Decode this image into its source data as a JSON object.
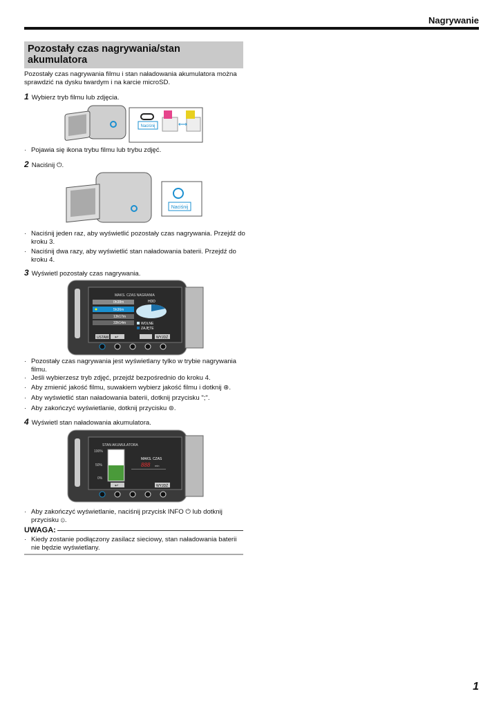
{
  "header": {
    "section": "Nagrywanie"
  },
  "title": "Pozostały czas nagrywania/stan akumulatora",
  "intro": "Pozostały czas nagrywania filmu i stan naładowania akumulatora można sprawdzić na dysku twardym i na karcie microSD.",
  "steps": [
    {
      "num": "1",
      "text": "Wybierz tryb filmu lub zdjęcia.",
      "callout": "Naciśnij",
      "bullets": [
        "Pojawia się ikona trybu filmu lub trybu zdjęć."
      ]
    },
    {
      "num": "2",
      "text": "Naciśnij ⏻.",
      "callout": "Naciśnij",
      "bullets": [
        "Naciśnij jeden raz, aby wyświetlić pozostały czas nagrywania. Przejdź do kroku 3.",
        "Naciśnij dwa razy, aby wyświetlić stan naładowania baterii. Przejdź do kroku 4."
      ]
    },
    {
      "num": "3",
      "text": "Wyświetl pozostały czas nagrywania.",
      "bullets": [
        "Pozostały czas nagrywania jest wyświetlany tylko w trybie nagrywania filmu.",
        "Jeśli wybierzesz tryb zdjęć, przejdź bezpośrednio do kroku 4.",
        "Aby zmienić jakość filmu, suwakiem wybierz jakość filmu i dotknij ⊛.",
        "Aby wyświetlić stan naładowania baterii, dotknij przycisku \";\".",
        "Aby zakończyć wyświetlanie, dotknij przycisku ⊜."
      ]
    },
    {
      "num": "4",
      "text": "Wyświetl stan naładowania akumulatora.",
      "bullets": [
        "Aby zakończyć wyświetlanie, naciśnij przycisk INFO ⏻ lub dotknij przycisku ⊜."
      ]
    }
  ],
  "screen3": {
    "title": "MAKS. CZAS NAGRANIA",
    "rows": [
      "0h38m",
      "5h36m",
      "13h17m",
      "33h14m"
    ],
    "hdd": "HDD",
    "legend_free": "WOLNE",
    "legend_used": "ZAJĘTE",
    "btn_set": "USTAW",
    "btn_exit": "WYJDŹ",
    "used_fraction": 0.2
  },
  "screen4": {
    "title": "STAN AKUMULATORA",
    "p100": "100%",
    "p50": "50%",
    "p0": "0%",
    "max_time": "MAKS. CZAS",
    "digits": "888",
    "unit": "min",
    "btn_exit": "WYJDŹ",
    "level": 0.5
  },
  "note": {
    "heading": "UWAGA:",
    "bullets": [
      "Kiedy zostanie podłączony zasilacz sieciowy, stan naładowania baterii nie będzie wyświetlany."
    ]
  },
  "page_number": "1",
  "colors": {
    "title_bg": "#c9c9c9",
    "accent": "#1a8fd0",
    "movie": "#e6458c",
    "photo": "#e8d020"
  }
}
